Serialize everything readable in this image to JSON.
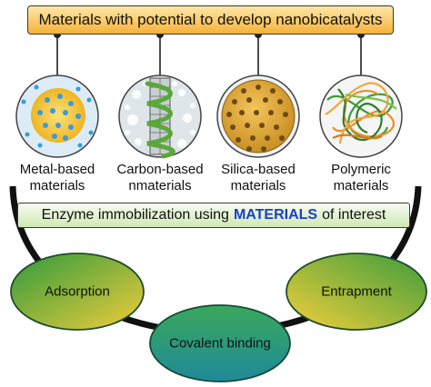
{
  "title": "Materials with potential to develop nanobicatalysts",
  "materials": [
    {
      "icon": "metal-nanoparticle-icon",
      "line1": "Metal-based",
      "line2": "materials"
    },
    {
      "icon": "carbon-nanotube-icon",
      "line1": "Carbon-based",
      "line2": "nmaterials"
    },
    {
      "icon": "silica-sphere-icon",
      "line1": "Silica-based",
      "line2": "materials"
    },
    {
      "icon": "polymer-network-icon",
      "line1": "Polymeric",
      "line2": "materials"
    }
  ],
  "banner": {
    "before": "Enzyme immobilization using",
    "highlight": "MATERIALS",
    "after": "of interest"
  },
  "methods": {
    "adsorption": "Adsorption",
    "covalent": "Covalent binding",
    "entrapment": "Entrapment"
  },
  "colors": {
    "title_fill_top": "#fde7a6",
    "title_fill_bottom": "#f6b23a",
    "banner_highlight": "#1b3fcc",
    "metal_core": "#f2c12e",
    "metal_dots": "#3a9bd8",
    "silica": "#d9a33a",
    "polymer_green": "#3c9b3a",
    "polymer_orange": "#e8902a",
    "method_green": "#4aa84a",
    "method_yellow": "#f0c533",
    "arc": "#111111"
  }
}
